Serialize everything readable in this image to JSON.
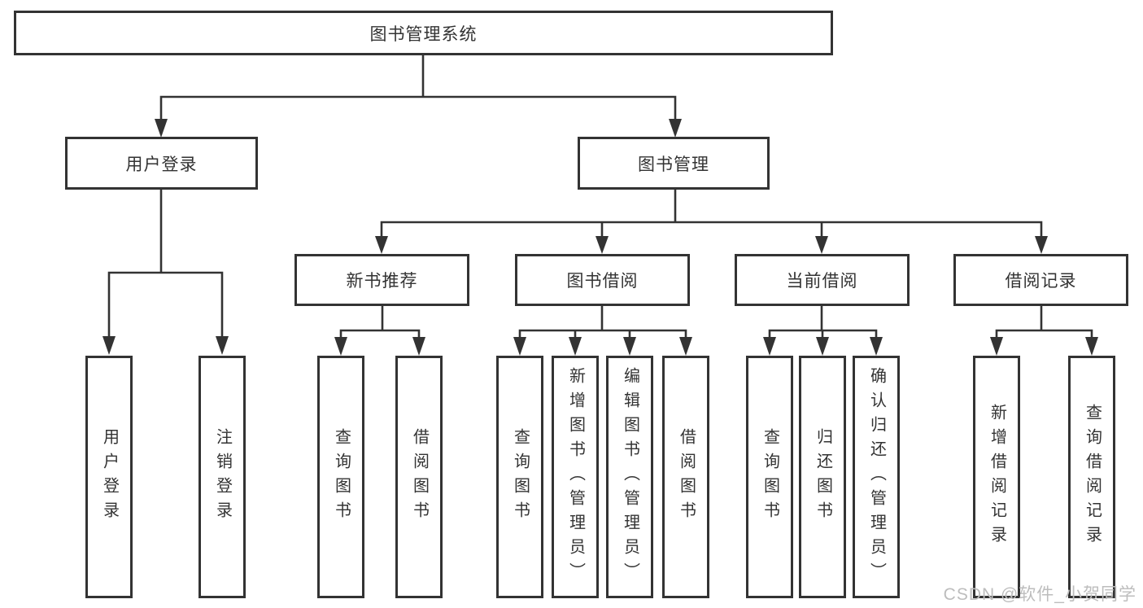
{
  "diagram": {
    "title": "图书管理系统",
    "tree": {
      "root": {
        "label": "图书管理系统"
      },
      "branches": [
        {
          "label": "用户登录",
          "children": [
            {
              "label": "用户登录"
            },
            {
              "label": "注销登录"
            }
          ]
        },
        {
          "label": "图书管理",
          "children": [
            {
              "label": "新书推荐",
              "children": [
                {
                  "label": "查询图书"
                },
                {
                  "label": "借阅图书"
                }
              ]
            },
            {
              "label": "图书借阅",
              "children": [
                {
                  "label": "查询图书"
                },
                {
                  "label": "新增图书（管理员）"
                },
                {
                  "label": "编辑图书（管理员）"
                },
                {
                  "label": "借阅图书"
                }
              ]
            },
            {
              "label": "当前借阅",
              "children": [
                {
                  "label": "查询图书"
                },
                {
                  "label": "归还图书"
                },
                {
                  "label": "确认归还（管理员）"
                }
              ]
            },
            {
              "label": "借阅记录",
              "children": [
                {
                  "label": "新增借阅记录"
                },
                {
                  "label": "查询借阅记录"
                }
              ]
            }
          ]
        }
      ]
    },
    "colors": {
      "line": "#333333",
      "box_border": "#333333",
      "box_fill": "#ffffff",
      "text": "#333333"
    }
  },
  "watermark": {
    "text": "CSDN @软件_小贺同学",
    "color": "#bdbdbd"
  }
}
